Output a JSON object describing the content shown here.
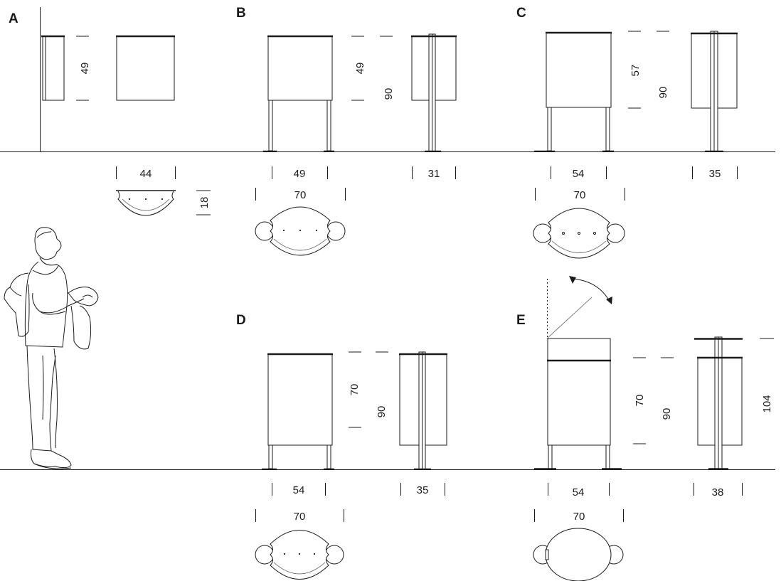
{
  "variants": {
    "A": {
      "label": "A",
      "height": "49",
      "width": "44",
      "plan_depth": "18"
    },
    "B": {
      "label": "B",
      "bin_height": "49",
      "total_height": "90",
      "front_width": "49",
      "side_width": "31",
      "plan_width": "70"
    },
    "C": {
      "label": "C",
      "bin_height": "57",
      "total_height": "90",
      "front_width": "54",
      "side_width": "35",
      "plan_width": "70"
    },
    "D": {
      "label": "D",
      "bin_height": "70",
      "total_height": "90",
      "front_width": "54",
      "side_width": "35",
      "plan_width": "70"
    },
    "E": {
      "label": "E",
      "bin_height": "70",
      "total_height": "90",
      "lid_height": "104",
      "front_width": "54",
      "side_width": "38",
      "plan_width": "70"
    }
  }
}
